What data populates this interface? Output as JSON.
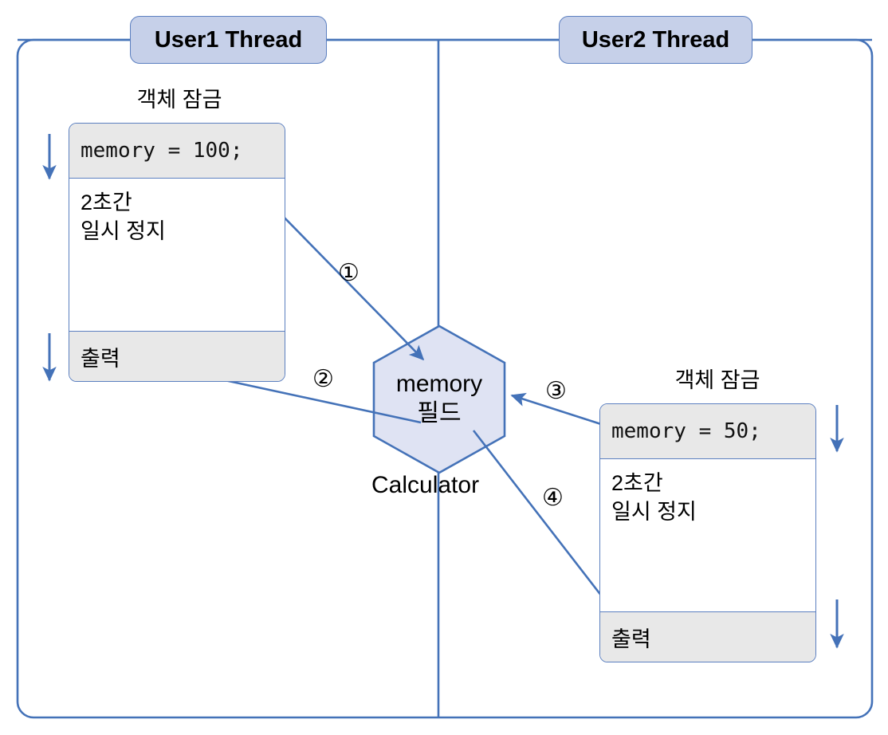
{
  "diagram": {
    "title_left": "User1 Thread",
    "title_right": "User2 Thread",
    "shared_object": {
      "name_line1": "memory",
      "name_line2": "필드",
      "class_label": "Calculator"
    },
    "steps": [
      {
        "id": "1",
        "marker": "①"
      },
      {
        "id": "2",
        "marker": "②"
      },
      {
        "id": "3",
        "marker": "③"
      },
      {
        "id": "4",
        "marker": "④"
      }
    ],
    "threads": [
      {
        "id": "user1",
        "lock_caption": "객체 잠금",
        "code": "memory = 100;",
        "wait_line1": "2초간",
        "wait_line2": "일시 정지",
        "output": "출력"
      },
      {
        "id": "user2",
        "lock_caption": "객체 잠금",
        "code": "memory = 50;",
        "wait_line1": "2초간",
        "wait_line2": "일시 정지",
        "output": "출력"
      }
    ],
    "colors": {
      "line": "#4472b8",
      "pill_fill": "#c6d0e9",
      "hex_fill": "#dfe3f3",
      "row_fill": "#e8e8e8",
      "text": "#000000"
    }
  }
}
